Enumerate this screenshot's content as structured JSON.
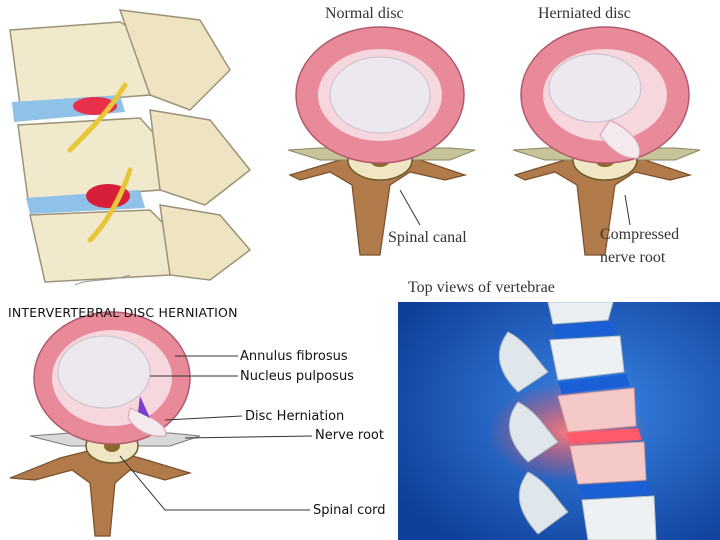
{
  "top_views": {
    "normal_title": "Normal disc",
    "herniated_title": "Herniated disc",
    "spinal_canal": "Spinal canal",
    "compressed_line1": "Compressed",
    "compressed_line2": "nerve root",
    "caption": "Top views of vertebrae"
  },
  "herniation_diagram": {
    "title": "INTERVERTEBRAL DISC HERNIATION",
    "labels": {
      "annulus": "Annulus fibrosus",
      "nucleus": "Nucleus pulposus",
      "herniation": "Disc Herniation",
      "nerve_root": "Nerve root",
      "spinal_cord": "Spinal cord"
    }
  },
  "colors": {
    "disc_pink": "#e98a9a",
    "nucleus": "#f0eaf0",
    "bone": "#f3ecd2",
    "vertebra_brown": "#b07a4a",
    "nerve_yellow": "#e8c63a",
    "background_blue": "#1e5fc4",
    "glow_red": "#ff3b3b"
  },
  "icons": [
    "spine-side-illustration",
    "normal-disc-illustration",
    "herniated-disc-illustration",
    "herniation-cross-section",
    "spine-3d-render"
  ]
}
